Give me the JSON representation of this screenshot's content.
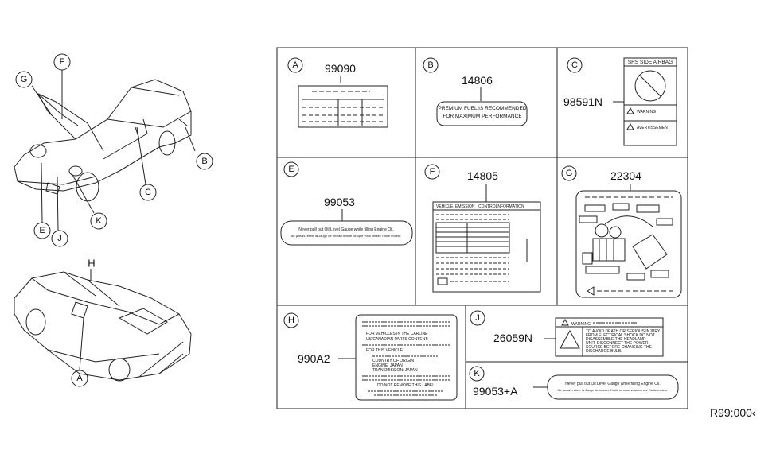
{
  "diagram_id": "R99:000‹",
  "callouts_overview": [
    "F",
    "G",
    "B",
    "C",
    "E",
    "J",
    "K",
    "H",
    "A"
  ],
  "panels": {
    "A": {
      "letter": "A",
      "part": "99090"
    },
    "B": {
      "letter": "B",
      "part": "14806",
      "label_lines": [
        "PREMIUM FUEL IS RECOMMENDED",
        "FOR MAXIMUM PERFORMANCE"
      ]
    },
    "C": {
      "letter": "C",
      "part": "98591N",
      "label_title": "SRS SIDE AIRBAG",
      "warning": "WARNING",
      "advert": "AVERTISSEMENT"
    },
    "E": {
      "letter": "E",
      "part": "99053",
      "label_lines": [
        "Never pull out Oil Level Gauge while filling Engine Oil.",
        "Ne jamais retirer la Jauge de niveau d'huile lorsque vous versez l'huile moteur."
      ]
    },
    "F": {
      "letter": "F",
      "part": "14805",
      "label_header": [
        "VEHICLE",
        "EMISSION",
        "CONTROL",
        "INFORMATION"
      ]
    },
    "G": {
      "letter": "G",
      "part": "22304"
    },
    "H": {
      "letter": "H",
      "part": "990A2",
      "label_lines": [
        "FOR VEHICLES IN THE CARLINE",
        "US/CANADIAN PARTS CONTENT:",
        "FOR THIS VEHICLE",
        "COUNTRY OF ORIGIN",
        "ENGINE: JAPAN",
        "TRANSMISSION: JAPAN",
        "DO NOT REMOVE THIS LABEL"
      ]
    },
    "J": {
      "letter": "J",
      "part": "26059N",
      "warning": "WARNING",
      "label_lines": [
        "TO AVOID DEATH OR SERIOUS INJURY",
        "FROM ELECTRICAL SHOCK DO NOT",
        "DISASSEMBLE THE HEADLAMP",
        "UNIT. DISCONNECT THE POWER",
        "SOURCE BEFORE CHANGING THE",
        "DISCHARGE BULB."
      ]
    },
    "K": {
      "letter": "K",
      "part": "99053+A",
      "label_lines": [
        "Never pull out Oil Level Gauge while filling Engine Oil.",
        "Ne jamais retirer la Jauge de niveau d'huile lorsque vous versez l'huile moteur."
      ]
    }
  }
}
